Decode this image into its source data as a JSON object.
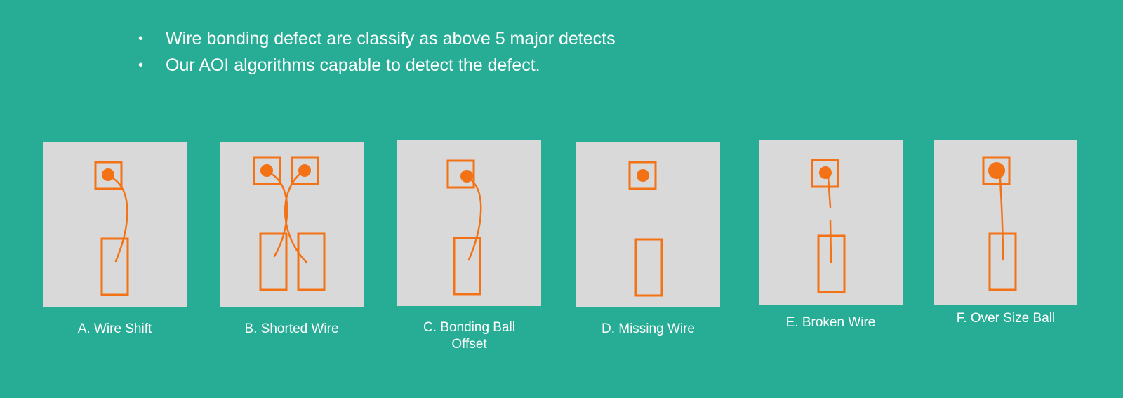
{
  "bullets": [
    "Wire bonding defect are classify as above 5 major detects",
    "Our AOI algorithms capable to detect the defect."
  ],
  "bullet_symbol": "•",
  "colors": {
    "background": "#27AD95",
    "panel": "#D9D9D9",
    "defect_orange": "#F47216"
  },
  "defects": [
    {
      "caption": "A. Wire Shift"
    },
    {
      "caption": "B. Shorted Wire"
    },
    {
      "caption_line1": "C. Bonding Ball",
      "caption_line2": "Offset"
    },
    {
      "caption": "D. Missing Wire"
    },
    {
      "caption": "E. Broken Wire"
    },
    {
      "caption": "F. Over Size Ball"
    }
  ]
}
